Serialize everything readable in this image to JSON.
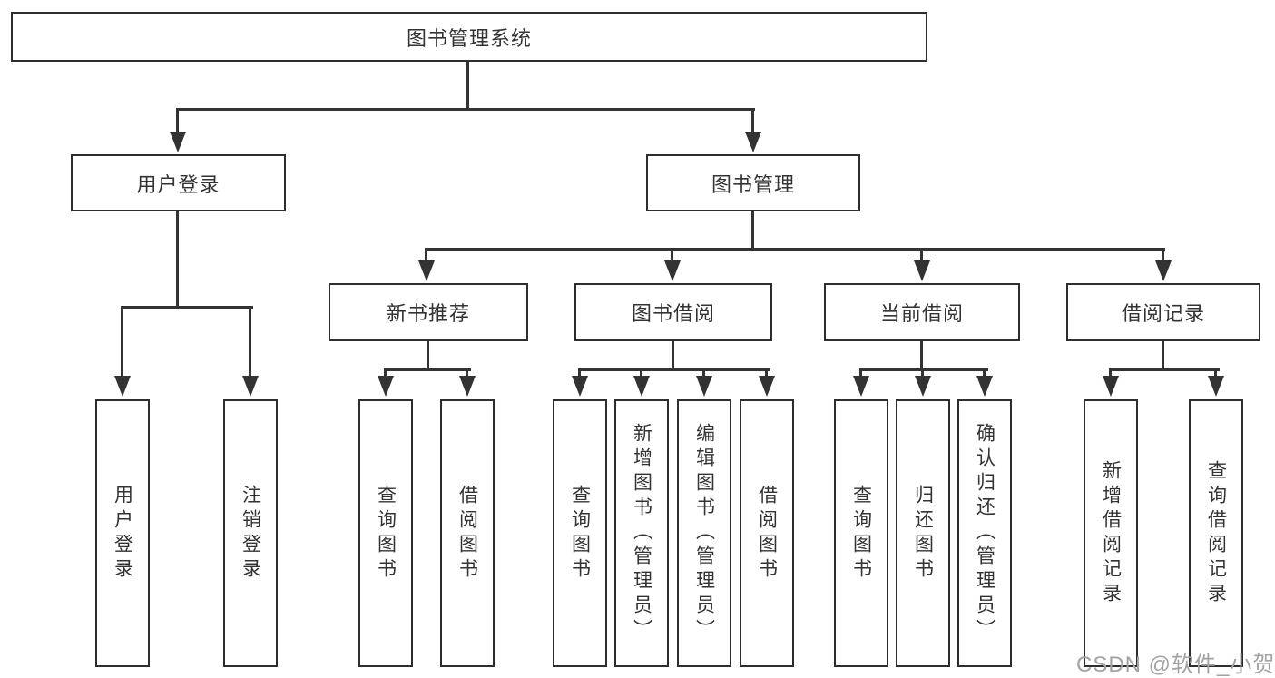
{
  "tree": {
    "root": {
      "label": "图书管理系统",
      "children": [
        {
          "label": "用户登录",
          "children": [
            {
              "label": "用户登录"
            },
            {
              "label": "注销登录"
            }
          ]
        },
        {
          "label": "图书管理",
          "children": [
            {
              "label": "新书推荐",
              "children": [
                {
                  "label": "查询图书"
                },
                {
                  "label": "借阅图书"
                }
              ]
            },
            {
              "label": "图书借阅",
              "children": [
                {
                  "label": "查询图书"
                },
                {
                  "label": "新增图书（管理员）"
                },
                {
                  "label": "编辑图书（管理员）"
                },
                {
                  "label": "借阅图书"
                }
              ]
            },
            {
              "label": "当前借阅",
              "children": [
                {
                  "label": "查询图书"
                },
                {
                  "label": "归还图书"
                },
                {
                  "label": "确认归还（管理员）"
                }
              ]
            },
            {
              "label": "借阅记录",
              "children": [
                {
                  "label": "新增借阅记录"
                },
                {
                  "label": "查询借阅记录"
                }
              ]
            }
          ]
        }
      ]
    }
  },
  "watermark": {
    "text": "CSDN @软件_小贺同学"
  },
  "colors": {
    "background": "#ffffff",
    "box_border": "#2e2e2e",
    "line": "#333333",
    "text": "#333333",
    "watermark": "#a3a3a3"
  }
}
